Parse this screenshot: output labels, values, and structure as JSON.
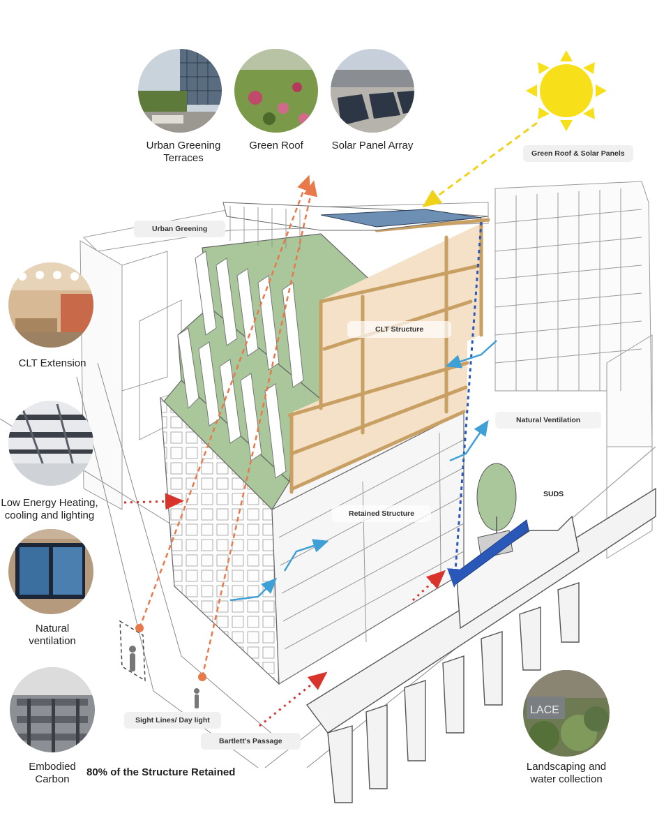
{
  "top_photos": [
    {
      "label_line1": "Urban Greening",
      "label_line2": "Terraces"
    },
    {
      "label_line1": "Green Roof",
      "label_line2": ""
    },
    {
      "label_line1": "Solar Panel Array",
      "label_line2": ""
    }
  ],
  "left_photos": [
    {
      "label_line1": "CLT Extension",
      "label_line2": ""
    },
    {
      "label_line1": "Low Energy Heating,",
      "label_line2": "cooling and lighting"
    },
    {
      "label_line1": "Natural",
      "label_line2": "ventilation"
    },
    {
      "label_line1": "Embodied",
      "label_line2": "Carbon"
    }
  ],
  "right_photo": {
    "label_line1": "Landscaping and",
    "label_line2": "water collection",
    "sign_text": "LACE"
  },
  "callouts": {
    "green_roof_solar": "Green Roof & Solar Panels",
    "urban_greening": "Urban Greening",
    "clt_structure": "CLT Structure",
    "natural_ventilation": "Natural Ventilation",
    "suds": "SUDS",
    "retained_structure": "Retained Structure",
    "sight_lines": "Sight Lines/ Day light",
    "bartletts_passage": "Bartlett's Passage"
  },
  "footer_caption": "80% of the Structure Retained",
  "colors": {
    "sun": "#f7e01a",
    "green_roof": "#a9c79a",
    "clt_timber": "#c9a063",
    "clt_fill": "#f4e1c8",
    "sight_line": "#e8794a",
    "vent_arrow": "#3fa0d6",
    "red_arrow": "#d8342c",
    "suds_blue": "#2a58b8",
    "sun_arrow": "#f0d21b"
  }
}
